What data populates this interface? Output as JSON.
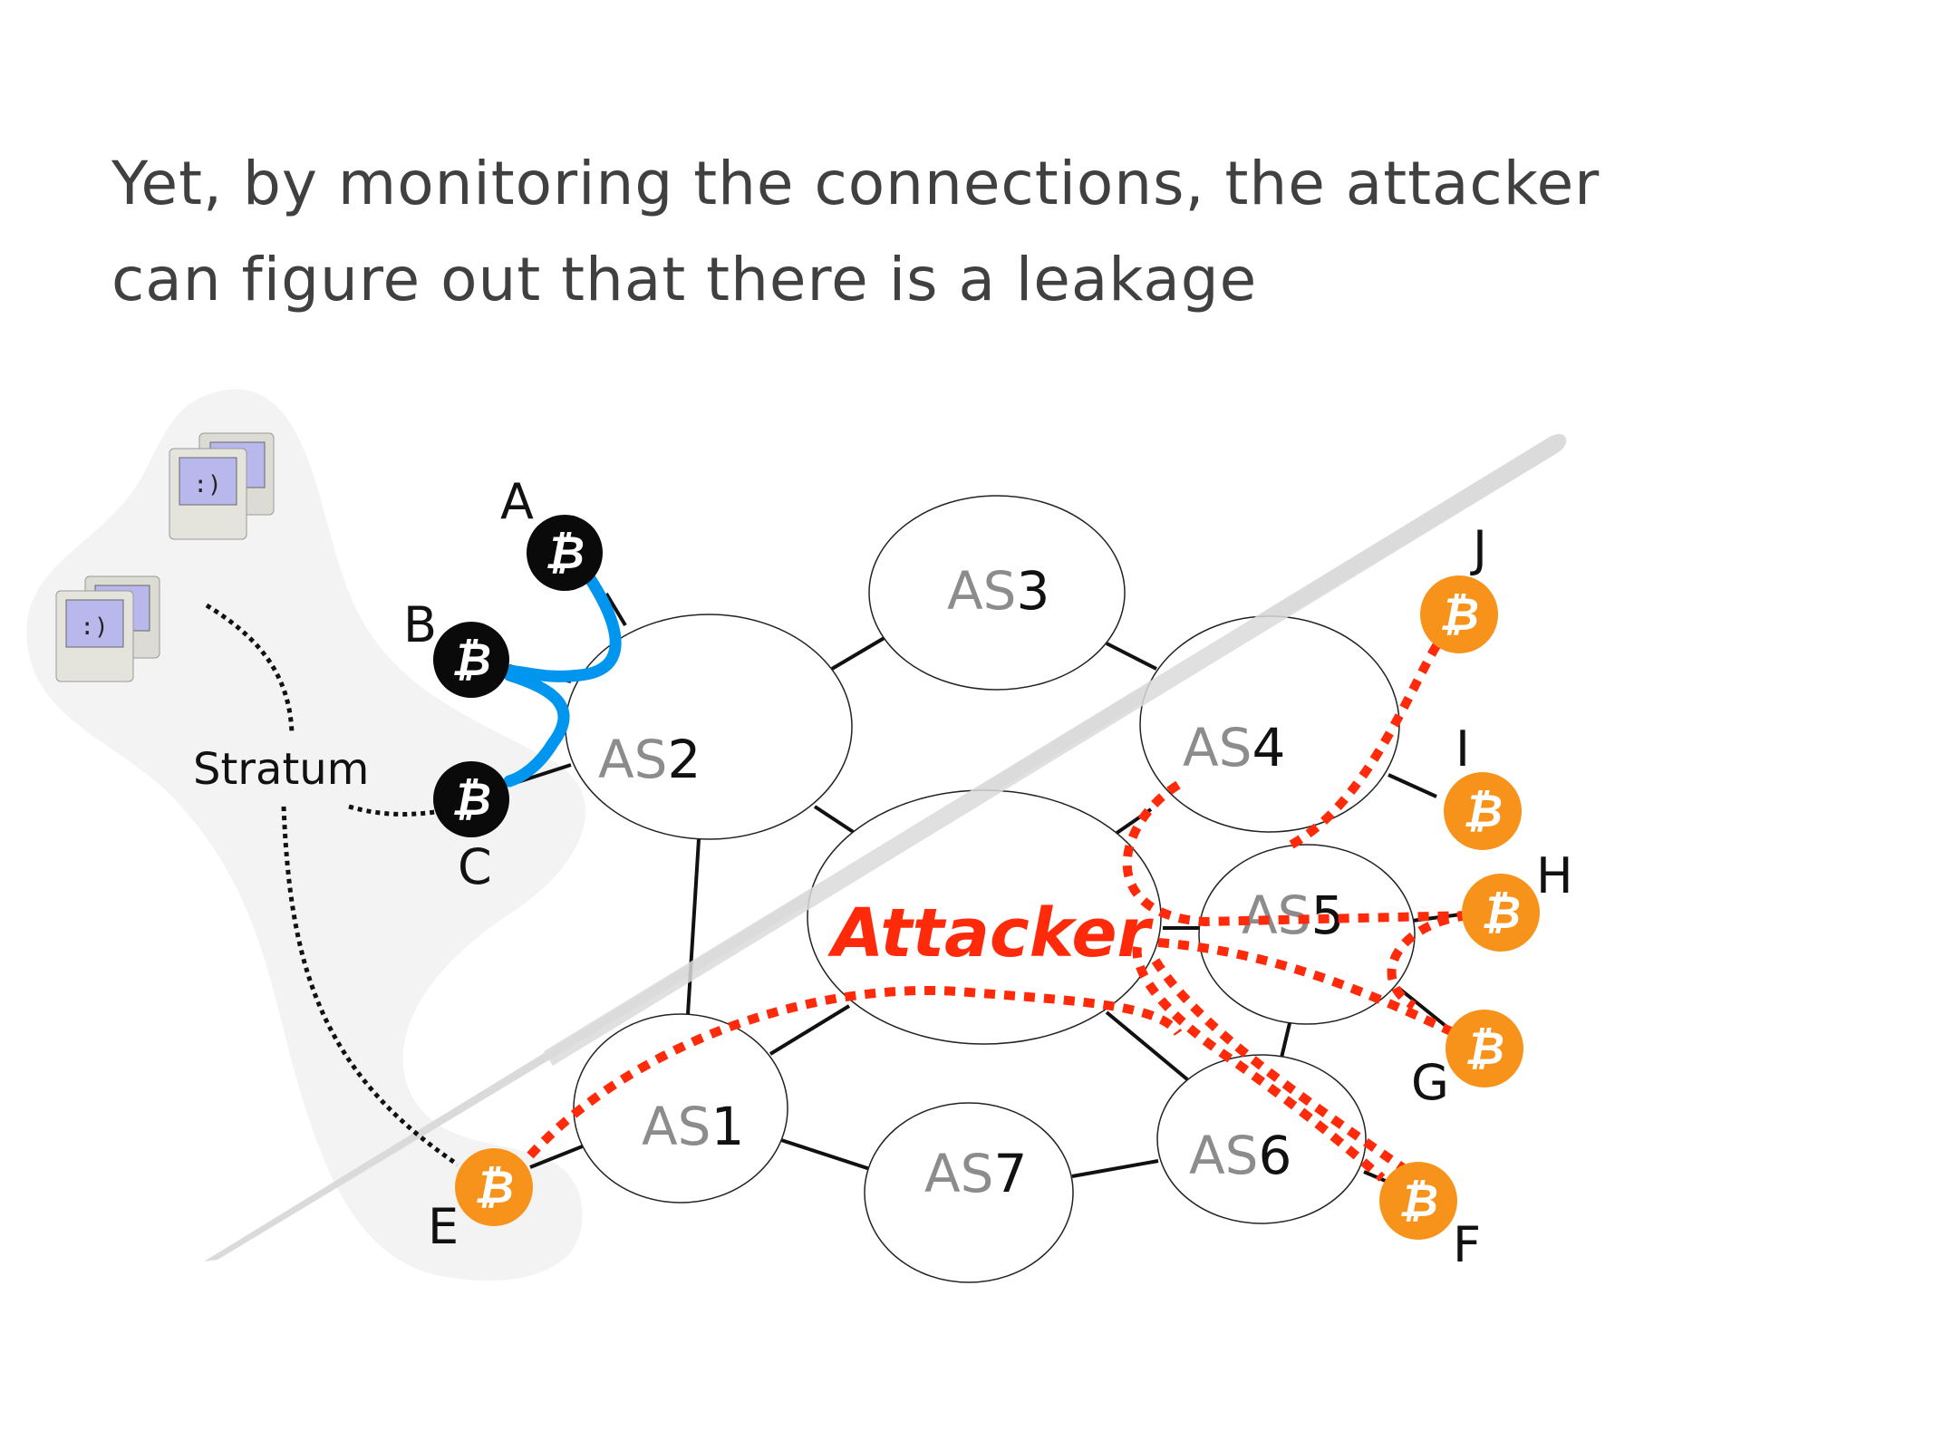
{
  "slide": {
    "title_line1": "Yet, by monitoring the connections, the attacker",
    "title_line2": "can figure out that there is a leakage"
  },
  "diagram": {
    "protocol_label": "Stratum",
    "attacker_label": "Attacker",
    "as_prefix": "AS",
    "autonomous_systems": [
      {
        "id": "AS1",
        "number": "1"
      },
      {
        "id": "AS2",
        "number": "2"
      },
      {
        "id": "AS3",
        "number": "3"
      },
      {
        "id": "AS4",
        "number": "4"
      },
      {
        "id": "AS5",
        "number": "5"
      },
      {
        "id": "AS6",
        "number": "6"
      },
      {
        "id": "AS7",
        "number": "7"
      }
    ],
    "nodes": [
      {
        "label": "A",
        "type": "pool-node",
        "color": "black"
      },
      {
        "label": "B",
        "type": "pool-node",
        "color": "black"
      },
      {
        "label": "C",
        "type": "pool-node",
        "color": "black"
      },
      {
        "label": "E",
        "type": "bitcoin-node",
        "color": "orange"
      },
      {
        "label": "F",
        "type": "bitcoin-node",
        "color": "orange"
      },
      {
        "label": "G",
        "type": "bitcoin-node",
        "color": "orange"
      },
      {
        "label": "H",
        "type": "bitcoin-node",
        "color": "orange"
      },
      {
        "label": "I",
        "type": "bitcoin-node",
        "color": "orange"
      },
      {
        "label": "J",
        "type": "bitcoin-node",
        "color": "orange"
      }
    ],
    "colors": {
      "attacker": "#ff2a0a",
      "pool_link": "#0096f0",
      "bitcoin_orange": "#f7931a",
      "pool_region": "#f2f3f2",
      "partition_line": "#d9dad9",
      "text": "#404040"
    }
  }
}
